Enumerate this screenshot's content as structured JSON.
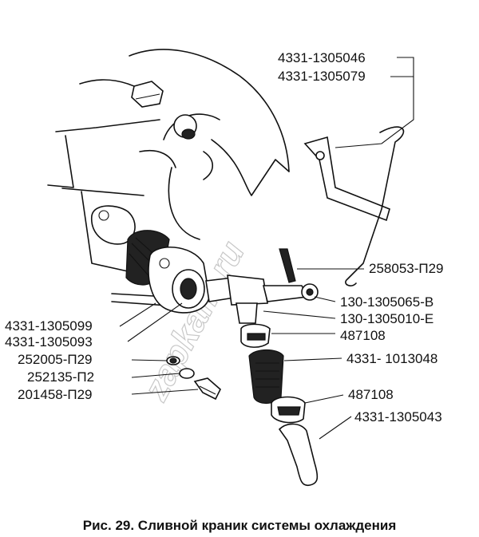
{
  "figure": {
    "caption": "Рис. 29. Сливной краник системы охлаждения",
    "watermark": "zapkam.ru",
    "labels": {
      "l1": "4331-1305046",
      "l2": "4331-1305079",
      "l3": "258053-П29",
      "l4": "130-1305065-В",
      "l5": "130-1305010-Е",
      "l6": "487108",
      "l7": "4331- 1013048",
      "l8": "487108",
      "l9": "4331-1305043",
      "l10": "4331-1305099",
      "l11": "4331-1305093",
      "l12": "252005-П29",
      "l13": "252135-П2",
      "l14": "201458-П29"
    }
  }
}
